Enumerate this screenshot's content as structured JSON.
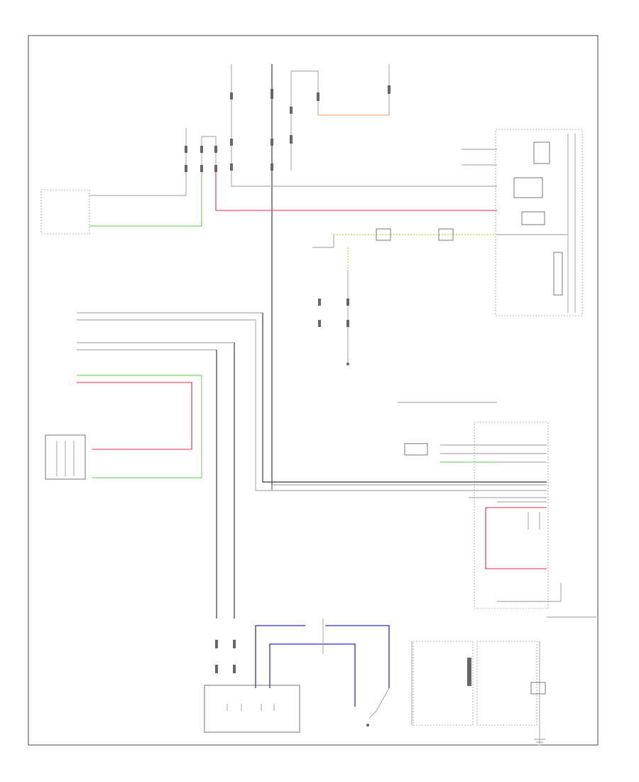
{
  "footer": {
    "code": ""
  },
  "components": [
    {
      "id": "combination-meter",
      "label": ""
    },
    {
      "id": "passenger-detection",
      "label": ""
    },
    {
      "id": "seat-belt-sensor",
      "label": ""
    },
    {
      "id": "front-passenger-seat",
      "label": ""
    },
    {
      "id": "ground",
      "label": ""
    }
  ],
  "legend": [
    {
      "marker": "",
      "text": ""
    },
    {
      "marker": "",
      "text": ""
    }
  ]
}
